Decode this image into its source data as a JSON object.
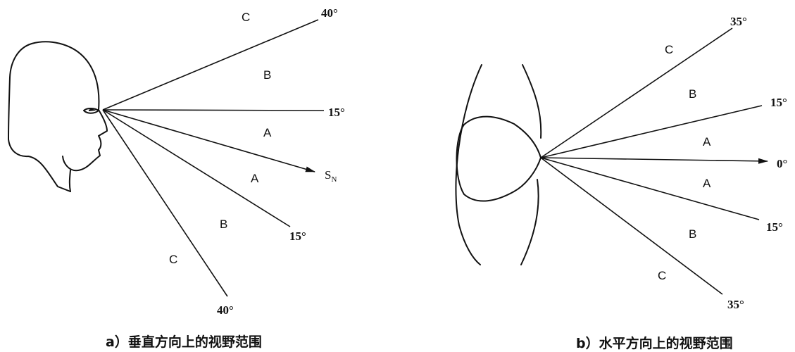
{
  "panel_a": {
    "caption": "a）垂直方向上的视野范围",
    "angles": {
      "upper_outer": "40°",
      "upper_mid": "15°",
      "lower_mid": "15°",
      "lower_outer": "40°"
    },
    "zones": {
      "upper_c": "C",
      "upper_b": "B",
      "upper_a": "A",
      "lower_a": "A",
      "lower_b": "B",
      "lower_c": "C"
    },
    "sight_line": {
      "main": "S",
      "sub": "N"
    }
  },
  "panel_b": {
    "caption": "b）水平方向上的视野范围",
    "angles": {
      "upper_outer": "35°",
      "upper_mid": "15°",
      "center": "0°",
      "lower_mid": "15°",
      "lower_outer": "35°"
    },
    "zones": {
      "upper_c": "C",
      "upper_b": "B",
      "upper_a": "A",
      "lower_a": "A",
      "lower_b": "B",
      "lower_c": "C"
    }
  }
}
